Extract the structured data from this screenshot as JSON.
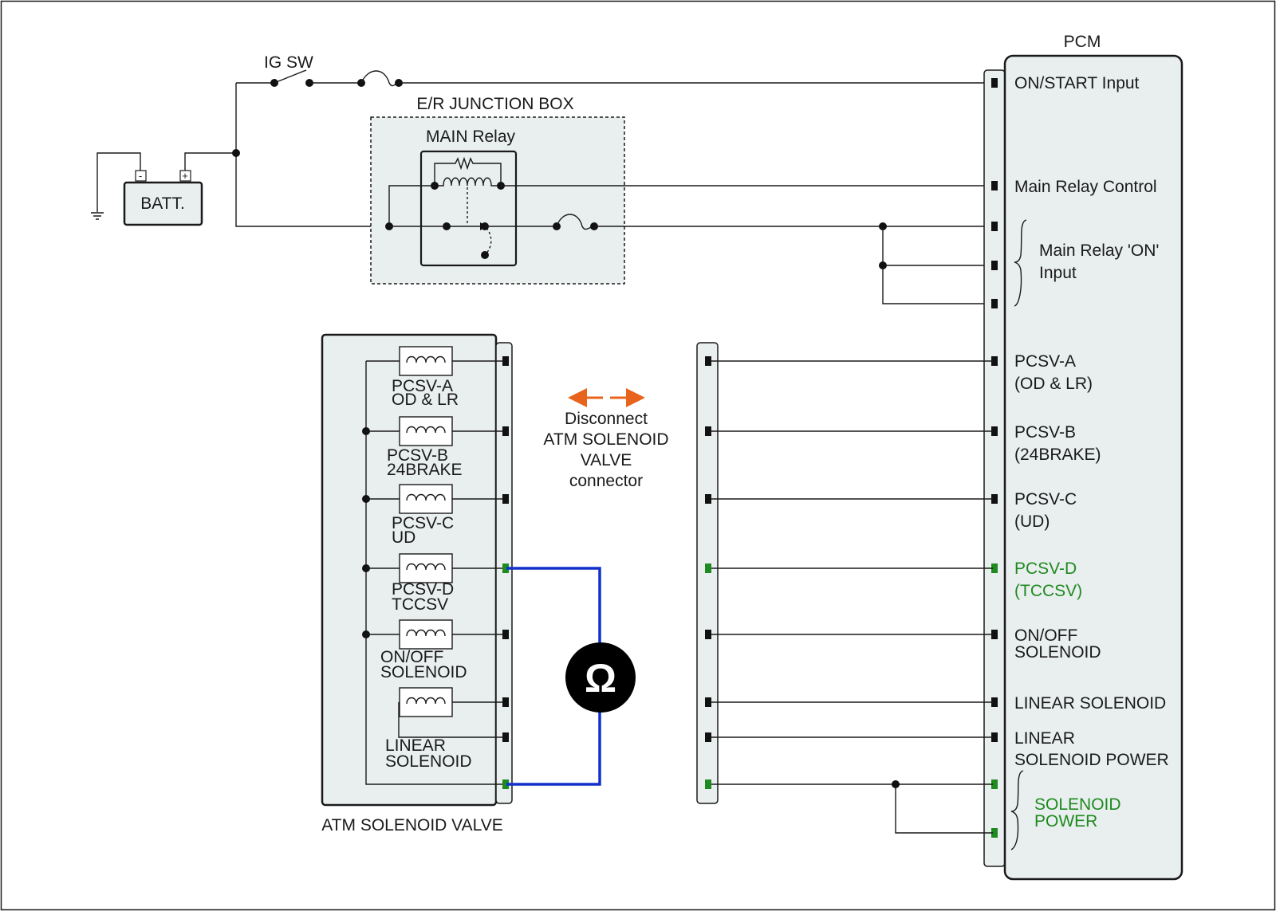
{
  "colors": {
    "highlight": "#1f8a1f",
    "probe_wire": "#1230cc",
    "arrow": "#e8641c",
    "component_fill": "#e9eeef",
    "meter_fill": "#000000"
  },
  "labels": {
    "ig_sw": "IG SW",
    "battery": "BATT.",
    "battery_minus": "-",
    "battery_plus": "+",
    "junction_box": "E/R JUNCTION BOX",
    "main_relay": "MAIN Relay",
    "pcm": "PCM",
    "atm_solenoid_valve": "ATM SOLENOID VALVE",
    "disconnect_note": [
      "Disconnect",
      "ATM SOLENOID",
      "VALVE",
      "connector"
    ],
    "ohm_symbol": "Ω"
  },
  "pcm_pins": [
    {
      "lines": [
        "ON/START Input"
      ],
      "highlight": false
    },
    {
      "lines": [
        "Main Relay Control"
      ],
      "highlight": false
    },
    {
      "lines": [
        "Main Relay 'ON'",
        "Input"
      ],
      "highlight": false
    },
    {
      "lines": [
        "PCSV-A",
        "(OD & LR)"
      ],
      "highlight": false
    },
    {
      "lines": [
        "PCSV-B",
        "(24BRAKE)"
      ],
      "highlight": false
    },
    {
      "lines": [
        "PCSV-C",
        "(UD)"
      ],
      "highlight": false
    },
    {
      "lines": [
        "PCSV-D",
        "(TCCSV)"
      ],
      "highlight": true
    },
    {
      "lines": [
        "ON/OFF",
        "SOLENOID"
      ],
      "highlight": false
    },
    {
      "lines": [
        "LINEAR SOLENOID"
      ],
      "highlight": false
    },
    {
      "lines": [
        "LINEAR",
        "SOLENOID POWER"
      ],
      "highlight": false
    },
    {
      "lines": [
        "SOLENOID",
        "POWER"
      ],
      "highlight": true
    }
  ],
  "solenoids": [
    {
      "lines": [
        "PCSV-A",
        "OD & LR"
      ]
    },
    {
      "lines": [
        "PCSV-B",
        "24BRAKE"
      ]
    },
    {
      "lines": [
        "PCSV-C",
        "UD"
      ]
    },
    {
      "lines": [
        "PCSV-D",
        "TCCSV"
      ]
    },
    {
      "lines": [
        "ON/OFF",
        "SOLENOID"
      ]
    },
    {
      "lines": [
        "LINEAR",
        "SOLENOID"
      ]
    }
  ]
}
